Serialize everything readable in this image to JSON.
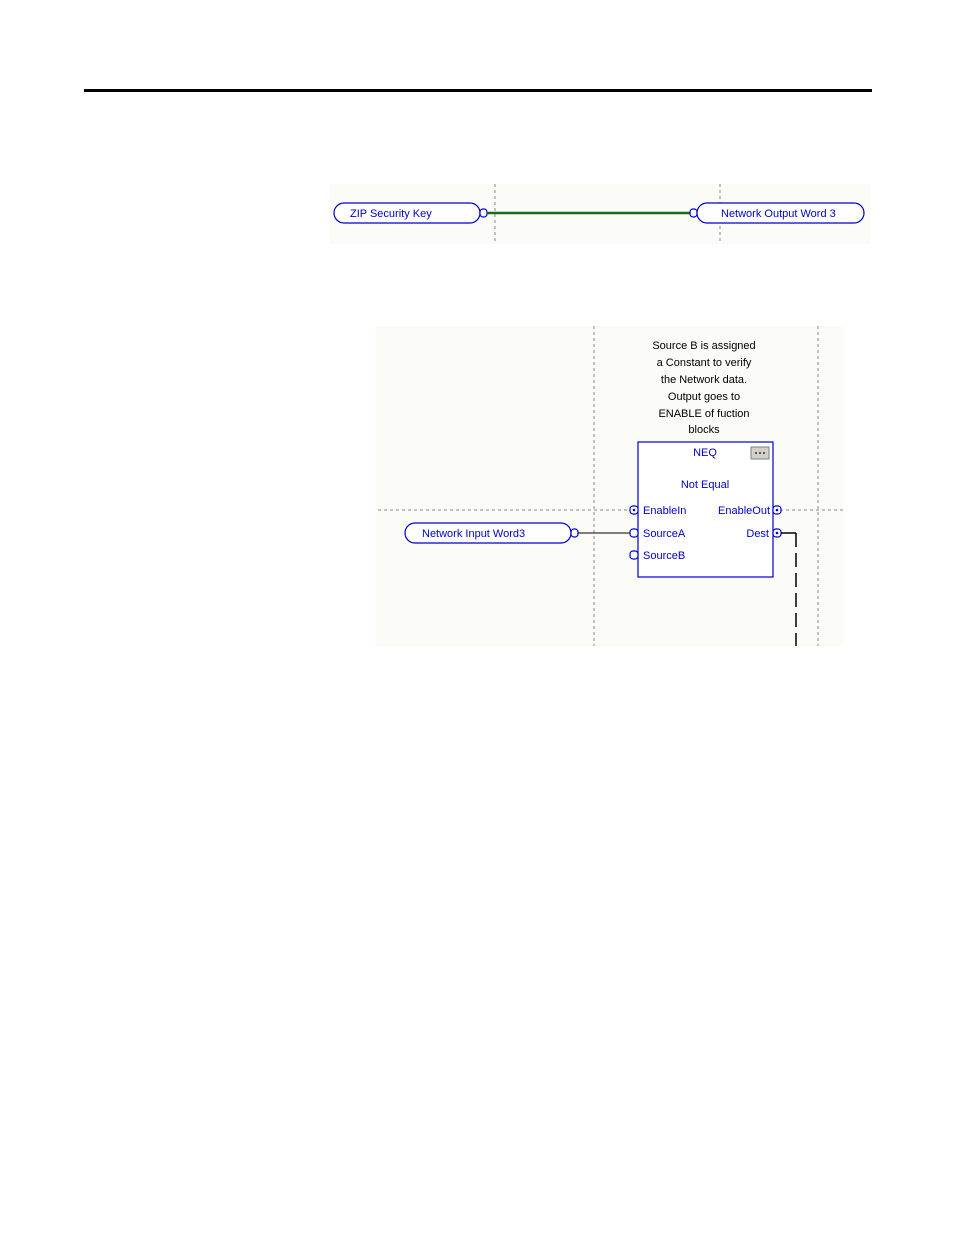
{
  "colors": {
    "block_blue": "#0000cc",
    "wire_green": "#1a6b1a",
    "grid_gray": "#888888",
    "panel_bg": "#fbfbf7"
  },
  "figure1": {
    "input_ref": "ZIP Security Key",
    "output_ref": "Network Output Word 3"
  },
  "figure2": {
    "input_ref": "Network Input Word3",
    "comment_lines": [
      "Source B is assigned",
      "a Constant to verify",
      "the Network data.",
      "Output goes to",
      "ENABLE of fuction",
      "blocks"
    ],
    "block": {
      "tag": "NEQ",
      "description": "Not Equal",
      "menu_icon": "ellipsis-icon",
      "pins": {
        "enable_in": "EnableIn",
        "enable_out": "EnableOut",
        "source_a": "SourceA",
        "source_b": "SourceB",
        "dest": "Dest"
      }
    }
  }
}
